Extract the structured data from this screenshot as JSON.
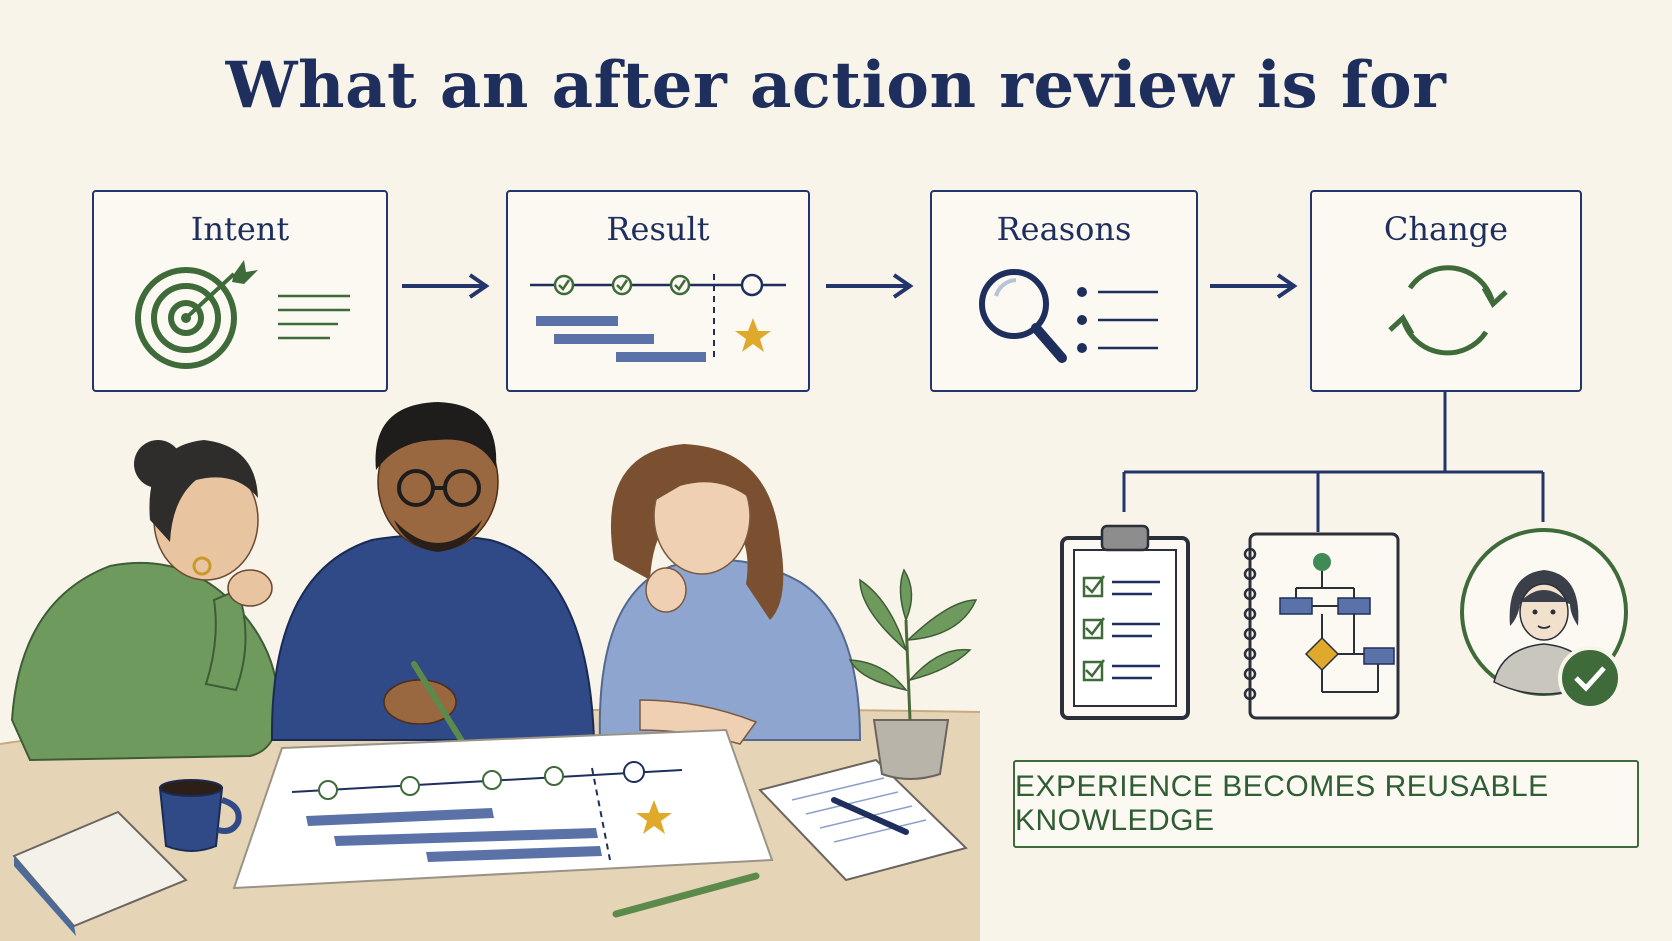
{
  "title": "What an after action review is for",
  "steps": [
    {
      "label": "Intent",
      "icon": "target-icon"
    },
    {
      "label": "Result",
      "icon": "timeline-icon"
    },
    {
      "label": "Reasons",
      "icon": "magnifier-icon"
    },
    {
      "label": "Change",
      "icon": "cycle-icon"
    }
  ],
  "outputs": [
    {
      "icon": "checklist-clipboard-icon"
    },
    {
      "icon": "flowchart-notebook-icon"
    },
    {
      "icon": "trained-person-icon"
    }
  ],
  "banner": "EXPERIENCE BECOMES REUSABLE KNOWLEDGE",
  "colors": {
    "navy": "#1e2f5e",
    "green": "#3f6b3a",
    "star": "#e0a92b",
    "background": "#f8f4e9"
  }
}
